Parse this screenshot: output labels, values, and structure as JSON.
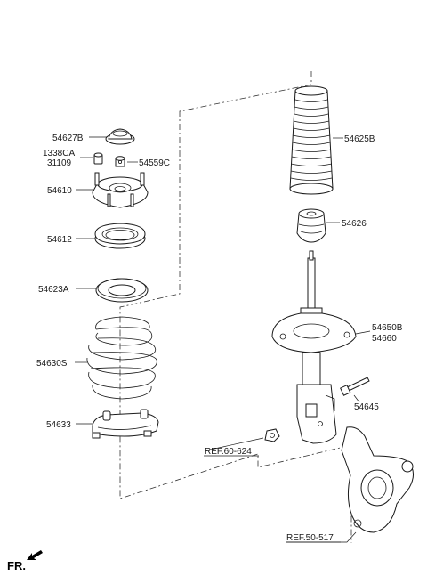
{
  "labels": {
    "p54627b": "54627B",
    "p1338ca": "1338CA",
    "p31109": "31109",
    "p54559c": "54559C",
    "p54610": "54610",
    "p54612": "54612",
    "p54623a": "54623A",
    "p54630s": "54630S",
    "p54633": "54633",
    "p54625b": "54625B",
    "p54626": "54626",
    "p54650b": "54650B",
    "p54660": "54660",
    "p54645": "54645",
    "ref60": "REF.60-624",
    "ref50": "REF.50-517",
    "front": "FR."
  }
}
